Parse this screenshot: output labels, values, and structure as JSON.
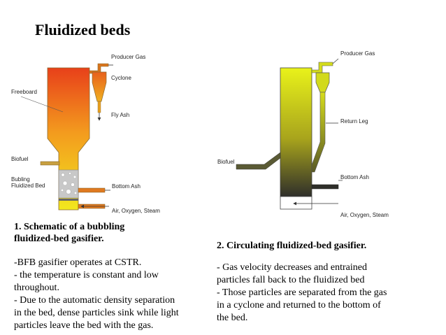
{
  "title": "Fluidized beds",
  "left": {
    "labels": {
      "producer_gas": "Producer Gas",
      "freeboard": "Freeboard",
      "cyclone": "Cyclone",
      "fly_ash": "Fly Ash",
      "biofuel": "Biofuel",
      "bed_line1": "Bubling",
      "bed_line2": "Fluidized Bed",
      "bottom_ash": "Bottom Ash",
      "air": "Air, Oxygen, Steam"
    },
    "caption": [
      "1. Schematic of a bubbling",
      "fluidized-bed gasifier."
    ],
    "text": [
      "-BFB gasifier operates  at CSTR.",
      "- the temperature is constant and low",
      "throughout.",
      "- Due to the automatic density separation",
      "in the bed, dense particles sink while light",
      "particles leave the bed with the gas."
    ]
  },
  "right": {
    "labels": {
      "producer_gas": "Producer Gas",
      "return_leg": "Return Leg",
      "biofuel": "Biofuel",
      "bottom_ash": "Bottom Ash",
      "air": "Air, Oxygen, Steam"
    },
    "caption": "2. Circulating fluidized-bed gasifier.",
    "text": [
      "- Gas velocity decreases and entrained",
      "particles fall back to the fluidized bed",
      "- Those particles are separated from the gas",
      "in a cyclone and returned to the bottom of",
      "the bed."
    ]
  },
  "colors": {
    "bfb_top": "#e8401a",
    "bfb_mid": "#f3a020",
    "bfb_bottom": "#f2e21c",
    "cfb_top": "#eaf21a",
    "cfb_bottom": "#33332a",
    "pipe": "#b8860b",
    "arrow": "#c0392b"
  }
}
